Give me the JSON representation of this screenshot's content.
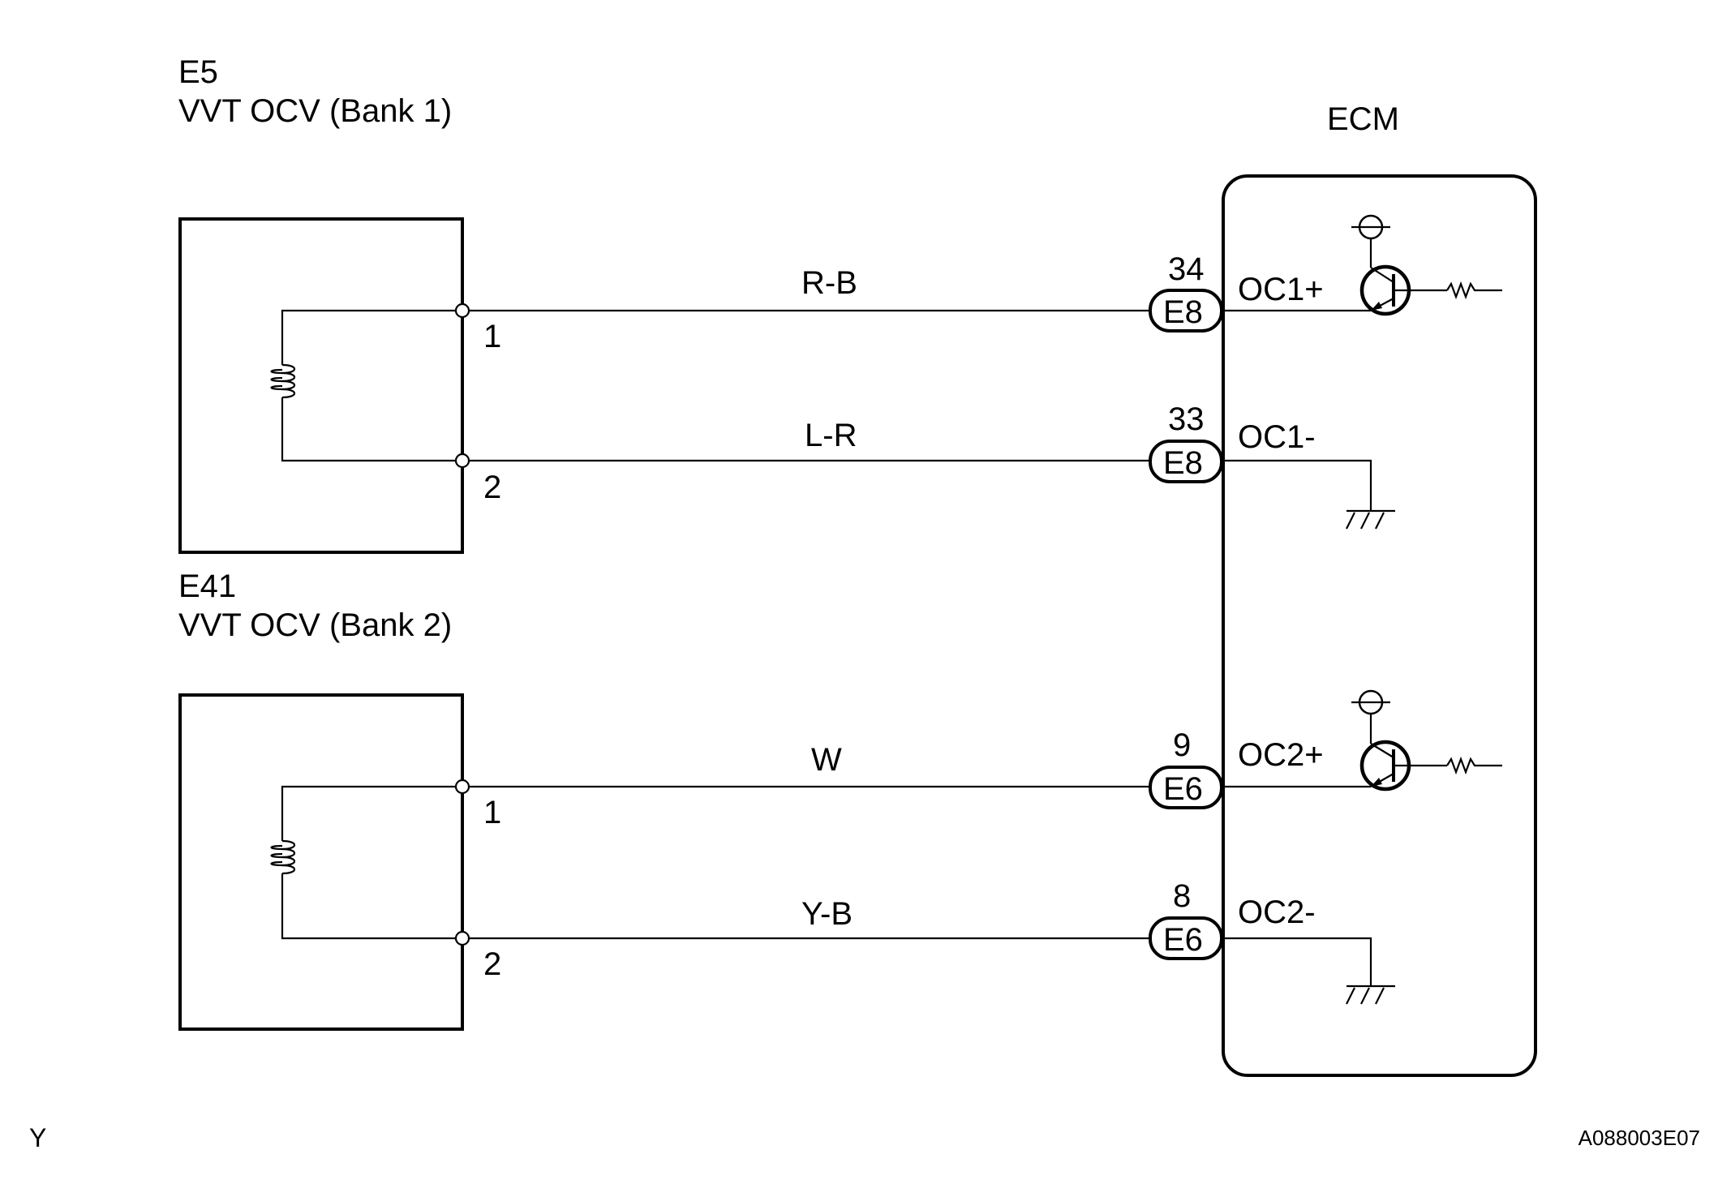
{
  "components": {
    "bank1": {
      "code": "E5",
      "name": "VVT OCV (Bank 1)",
      "terminals": [
        "1",
        "2"
      ]
    },
    "bank2": {
      "code": "E41",
      "name": "VVT OCV (Bank 2)",
      "terminals": [
        "1",
        "2"
      ]
    },
    "ecm": {
      "name": "ECM"
    }
  },
  "wires": [
    {
      "color_code": "R-B",
      "pin": "34",
      "connector": "E8",
      "signal": "OC1+"
    },
    {
      "color_code": "L-R",
      "pin": "33",
      "connector": "E8",
      "signal": "OC1-"
    },
    {
      "color_code": "W",
      "pin": "9",
      "connector": "E6",
      "signal": "OC2+"
    },
    {
      "color_code": "Y-B",
      "pin": "8",
      "connector": "E6",
      "signal": "OC2-"
    }
  ],
  "footer": {
    "left_mark": "Y",
    "figure_id": "A088003E07"
  }
}
